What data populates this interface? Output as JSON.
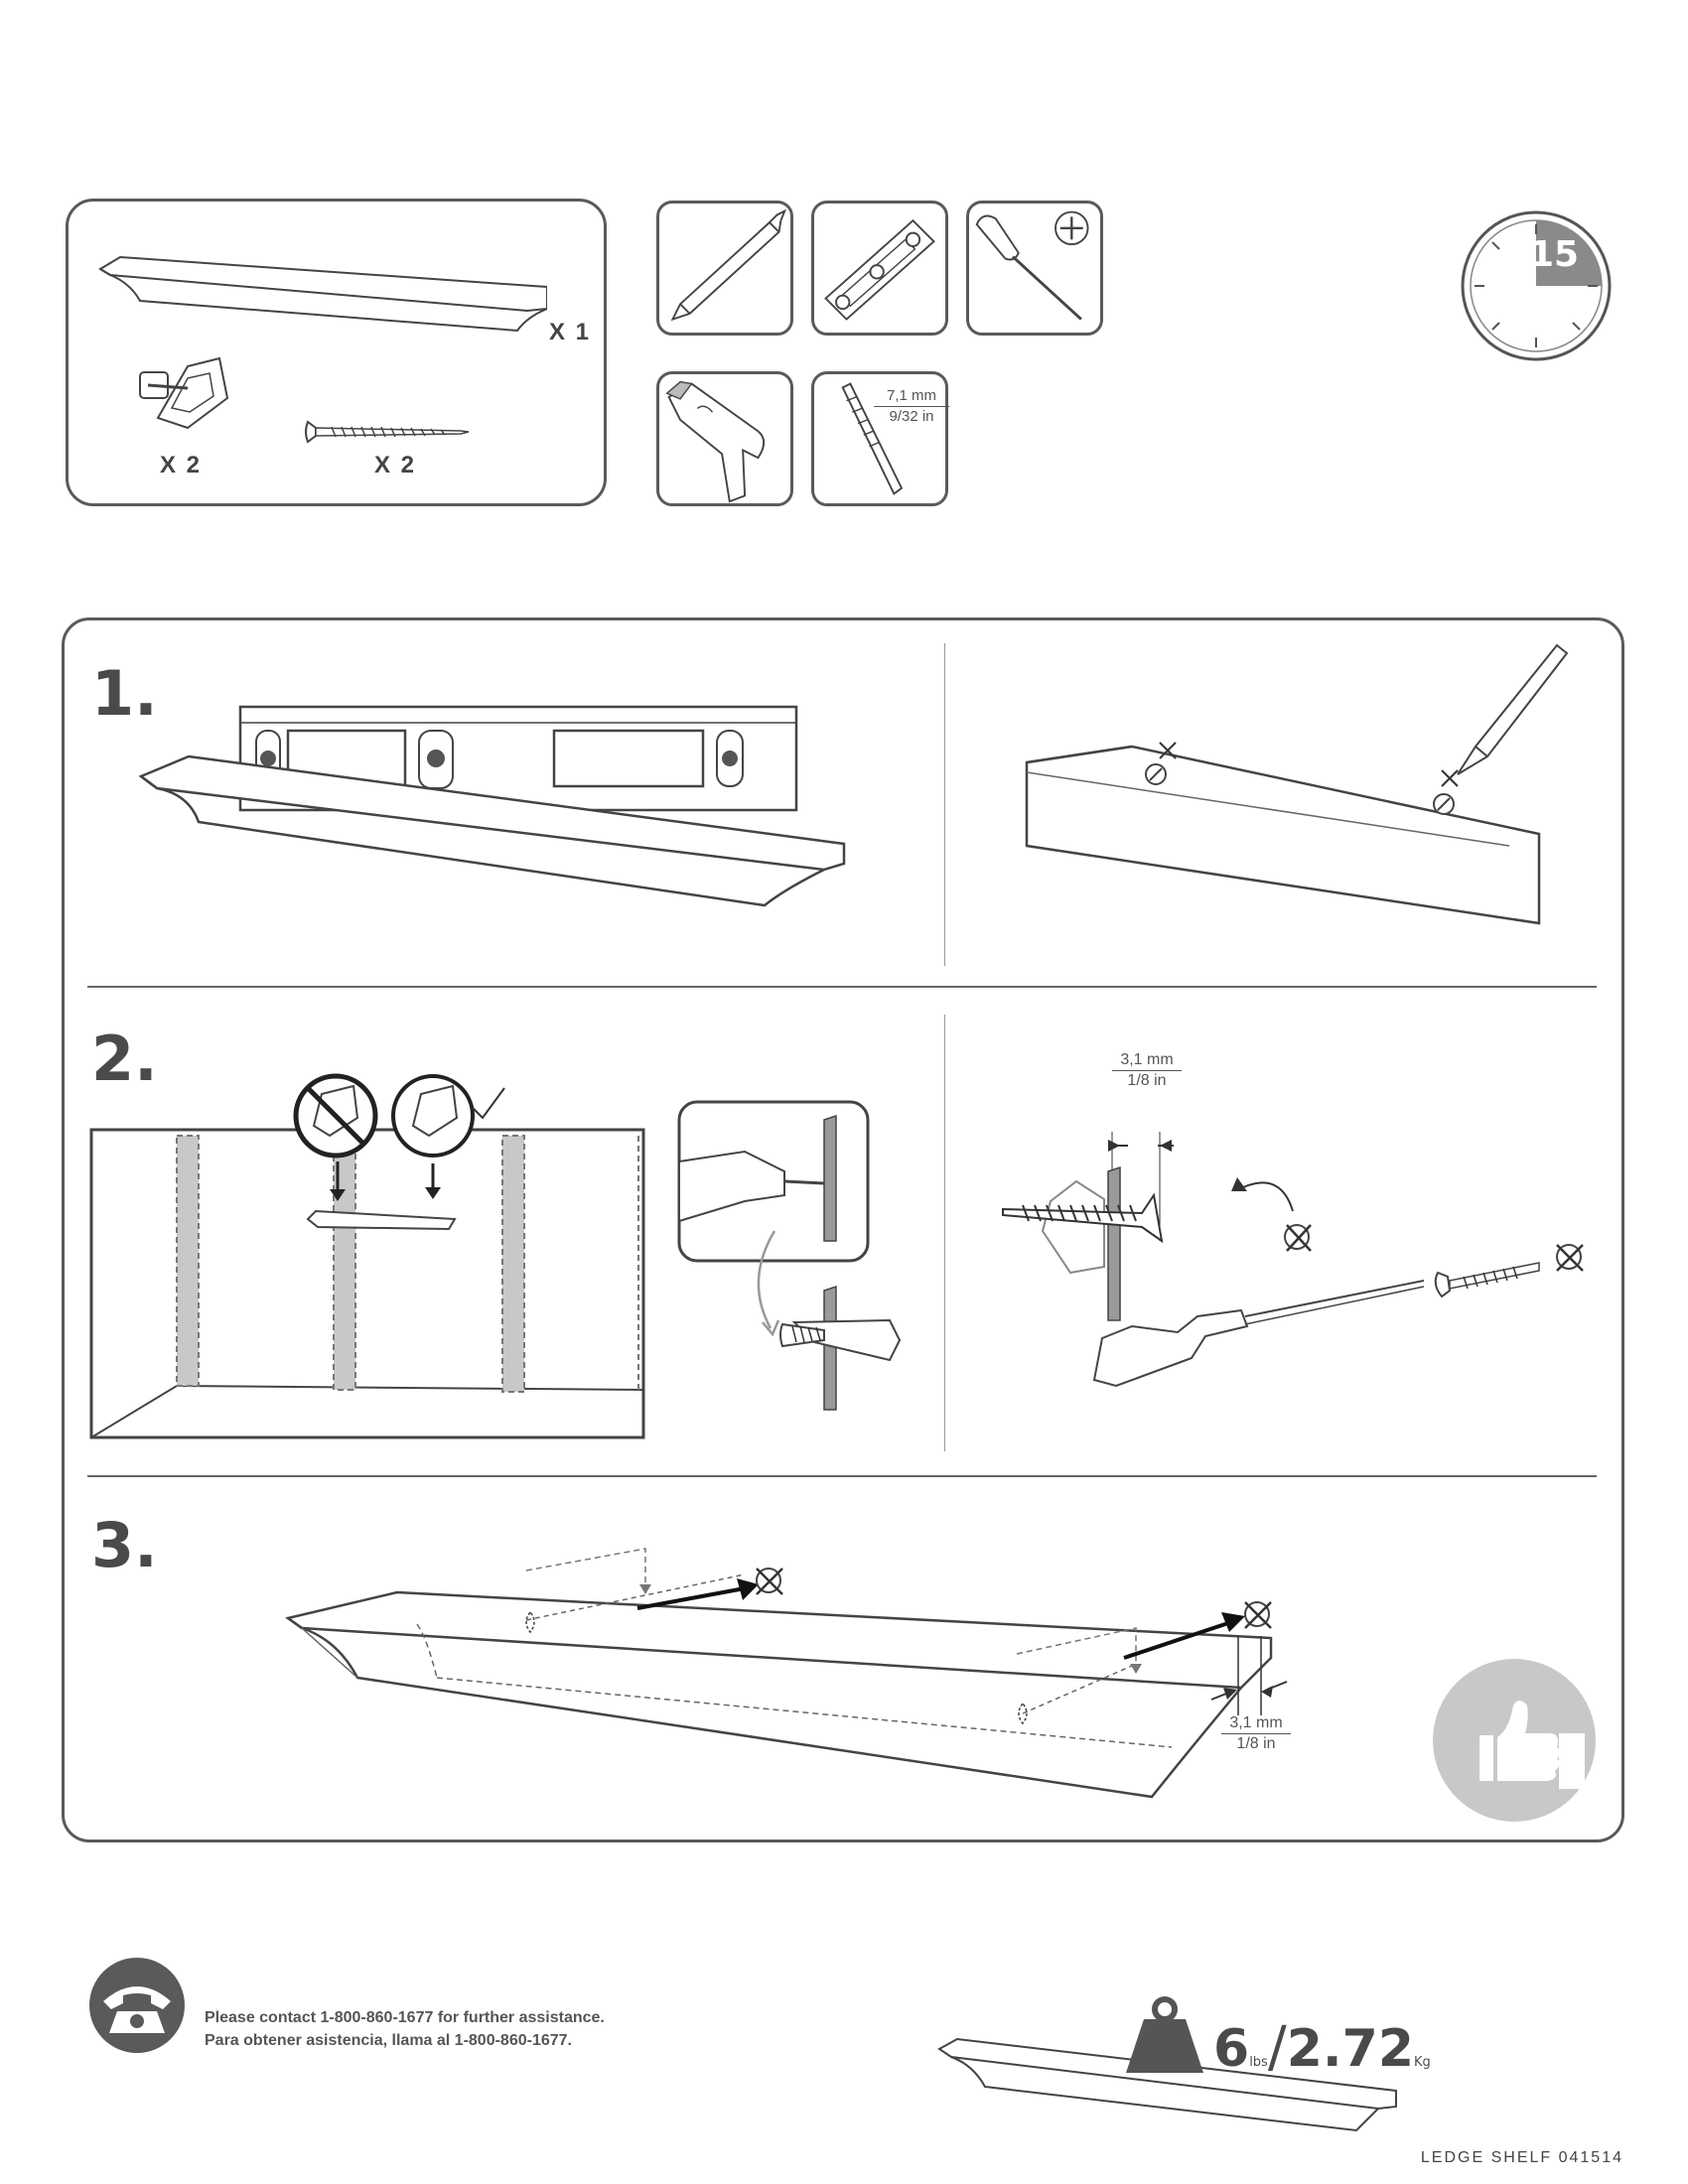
{
  "parts": {
    "shelf_qty": "X 1",
    "anchor_qty": "X 2",
    "screw_qty": "X 2"
  },
  "tools": {
    "pencil": "pencil-icon",
    "level": "level-icon",
    "screwdriver": "phillips-screwdriver-icon",
    "drill": "drill-icon",
    "drill_bit": "drill-bit-icon",
    "drill_bit_mm": "7,1 mm",
    "drill_bit_in": "9/32 in"
  },
  "time": {
    "minutes": "15"
  },
  "steps": {
    "step1": "1.",
    "step2": "2.",
    "step3": "3.",
    "gap_mm": "3,1 mm",
    "gap_in": "1/8 in"
  },
  "footer": {
    "contact_en": "Please contact 1-800-860-1677 for further assistance.",
    "contact_es": "Para obtener asistencia, llama al 1-800-860-1677.",
    "weight_lbs": "6",
    "weight_lbs_unit": "lbs",
    "weight_kg": "2.72",
    "weight_kg_unit": "Kg",
    "doc_code": "LEDGE SHELF  041514"
  },
  "colors": {
    "line": "#5a5a5a",
    "gray_fill": "#9a9a9a",
    "light_gray": "#c8c8c8"
  }
}
